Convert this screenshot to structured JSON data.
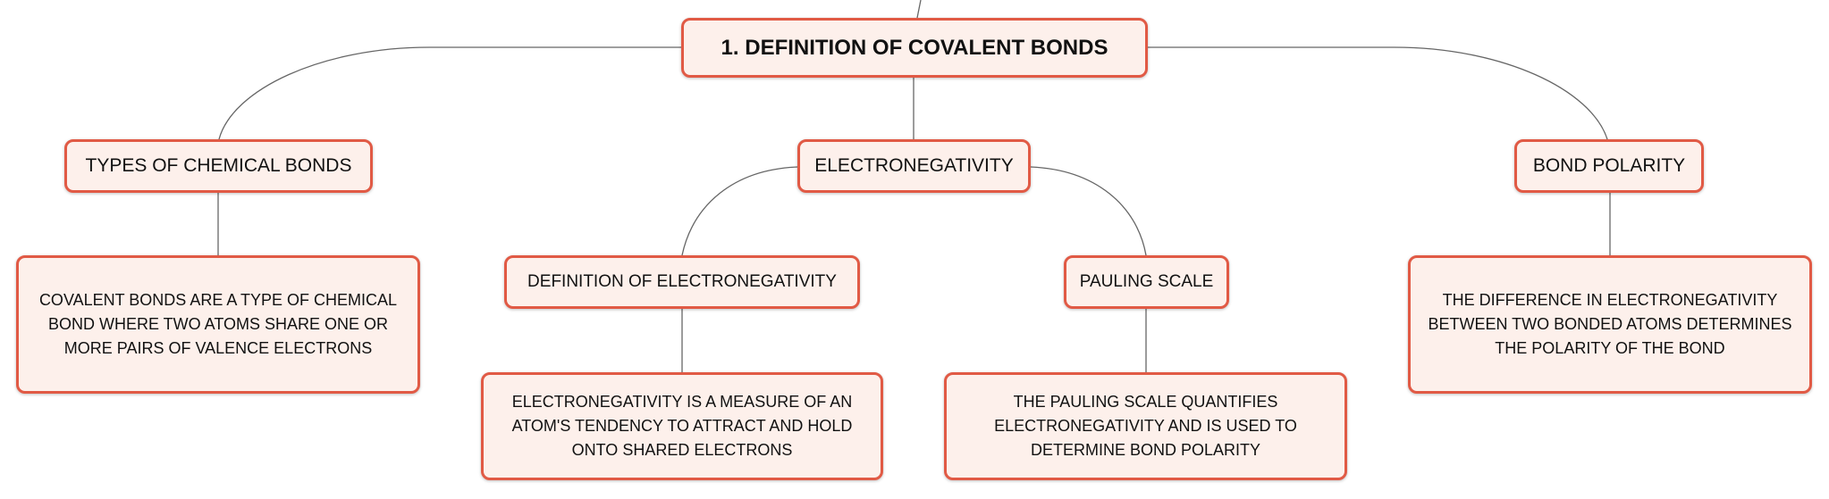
{
  "diagram": {
    "root": {
      "label": "1. DEFINITION OF COVALENT BONDS"
    },
    "types": {
      "label": "TYPES OF CHEMICAL BONDS",
      "detail": "COVALENT BONDS ARE A TYPE OF CHEMICAL BOND WHERE TWO ATOMS SHARE ONE OR MORE PAIRS OF VALENCE ELECTRONS"
    },
    "electronegativity": {
      "label": "ELECTRONEGATIVITY",
      "definition": {
        "label": "DEFINITION OF ELECTRONEGATIVITY",
        "detail": "ELECTRONEGATIVITY IS A MEASURE OF AN ATOM'S TENDENCY TO ATTRACT AND HOLD ONTO SHARED ELECTRONS"
      },
      "pauling": {
        "label": "PAULING SCALE",
        "detail": "THE PAULING SCALE QUANTIFIES ELECTRONEGATIVITY AND IS USED TO DETERMINE BOND POLARITY"
      }
    },
    "polarity": {
      "label": "BOND POLARITY",
      "detail": "THE DIFFERENCE IN ELECTRONEGATIVITY BETWEEN TWO BONDED ATOMS DETERMINES THE POLARITY OF THE BOND"
    }
  },
  "colors": {
    "node_fill": "#fdf0eb",
    "node_border": "#e15a45",
    "connector": "#666666"
  }
}
